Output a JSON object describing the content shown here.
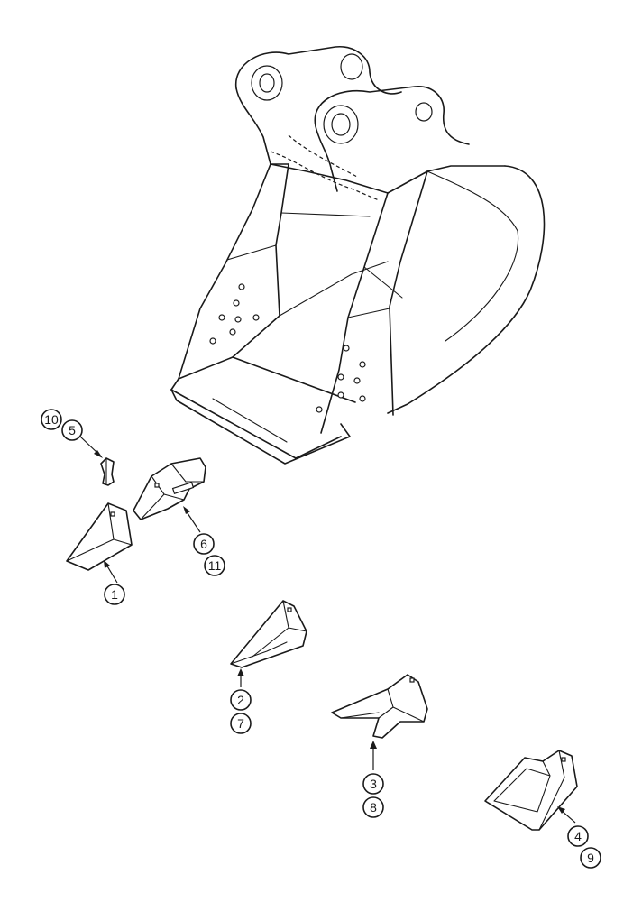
{
  "callouts": [
    {
      "label": "10"
    },
    {
      "label": "5"
    },
    {
      "label": "6"
    },
    {
      "label": "11"
    },
    {
      "label": "1"
    },
    {
      "label": "2"
    },
    {
      "label": "7"
    },
    {
      "label": "3"
    },
    {
      "label": "8"
    },
    {
      "label": "4"
    },
    {
      "label": "9"
    }
  ]
}
